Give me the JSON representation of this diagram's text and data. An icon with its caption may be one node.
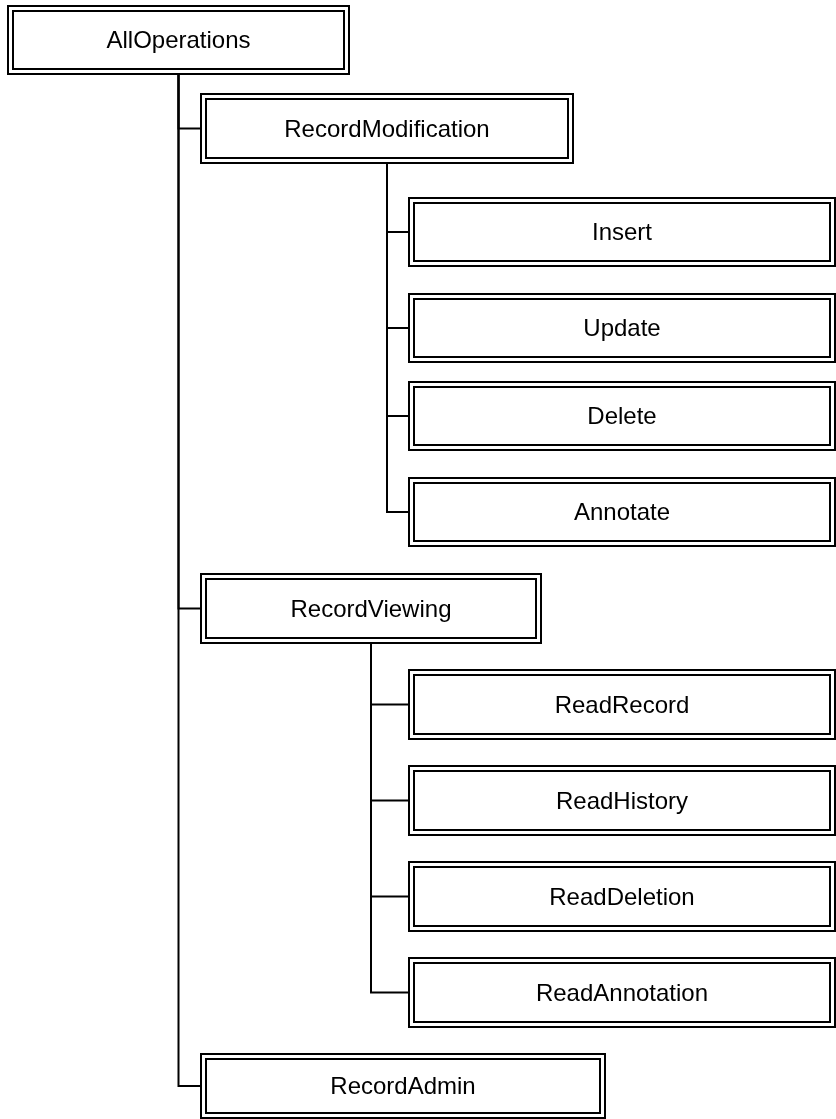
{
  "diagram": {
    "nodes": [
      {
        "text": [
          "AllOperations"
        ]
      },
      {
        "text": [
          "RecordModification"
        ]
      },
      {
        "text": [
          "Insert"
        ]
      },
      {
        "text": [
          "Update"
        ]
      },
      {
        "text": [
          "Delete"
        ]
      },
      {
        "text": [
          "Annotate"
        ]
      },
      {
        "text": [
          "RecordViewing"
        ]
      },
      {
        "text": [
          "ReadRecord"
        ]
      },
      {
        "text": [
          "ReadHistory"
        ]
      },
      {
        "text": [
          "ReadDeletion"
        ]
      },
      {
        "text": [
          "ReadAnnotation"
        ]
      },
      {
        "text": [
          "RecordAdmin"
        ]
      }
    ],
    "edges": [
      {
        "from": 0,
        "to": 1,
        "arrow": "none"
      },
      {
        "from": 1,
        "to": 2,
        "arrow": "none"
      },
      {
        "from": 1,
        "to": 3,
        "arrow": "none"
      },
      {
        "from": 1,
        "to": 4,
        "arrow": "none"
      },
      {
        "from": 1,
        "to": 5,
        "arrow": "none"
      },
      {
        "from": 0,
        "to": 6,
        "arrow": "none"
      },
      {
        "from": 6,
        "to": 7,
        "arrow": "none"
      },
      {
        "from": 6,
        "to": 8,
        "arrow": "none"
      },
      {
        "from": 6,
        "to": 9,
        "arrow": "none"
      },
      {
        "from": 6,
        "to": 10,
        "arrow": "none"
      },
      {
        "from": 0,
        "to": 11,
        "arrow": "none"
      }
    ]
  }
}
